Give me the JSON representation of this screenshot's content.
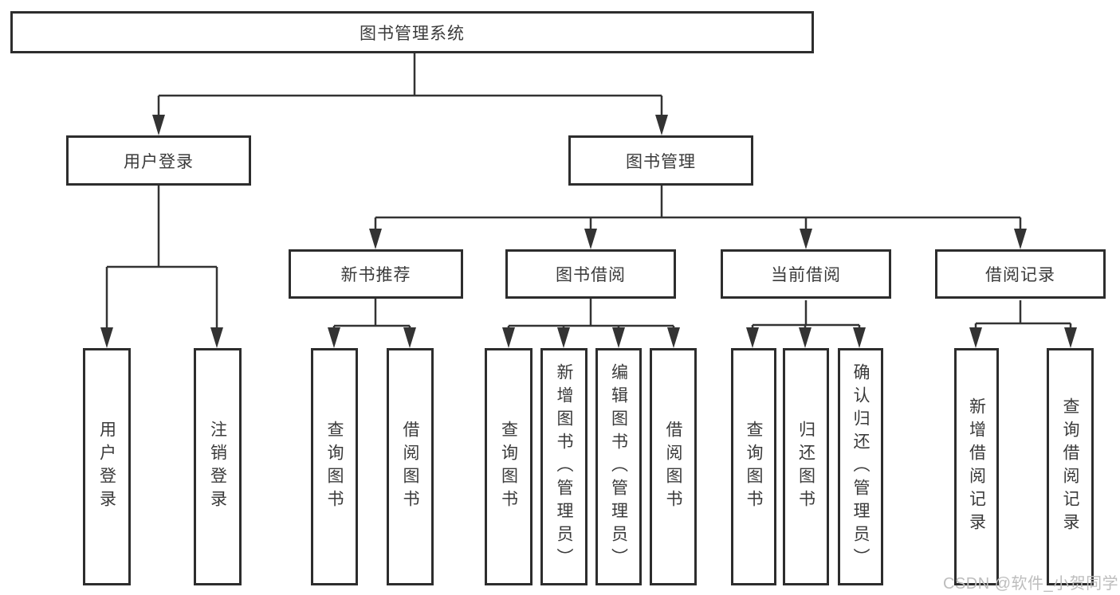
{
  "diagram": {
    "type": "tree",
    "root": {
      "label": "图书管理系统"
    },
    "children": [
      {
        "label": "用户登录",
        "children": [
          {
            "label": "用户登录"
          },
          {
            "label": "注销登录"
          }
        ]
      },
      {
        "label": "图书管理",
        "children": [
          {
            "label": "新书推荐",
            "children": [
              {
                "label": "查询图书"
              },
              {
                "label": "借阅图书"
              }
            ]
          },
          {
            "label": "图书借阅",
            "children": [
              {
                "label": "查询图书"
              },
              {
                "label": "新增图书（管理员）"
              },
              {
                "label": "编辑图书（管理员）"
              },
              {
                "label": "借阅图书"
              }
            ]
          },
          {
            "label": "当前借阅",
            "children": [
              {
                "label": "查询图书"
              },
              {
                "label": "归还图书"
              },
              {
                "label": "确认归还（管理员）"
              }
            ]
          },
          {
            "label": "借阅记录",
            "children": [
              {
                "label": "新增借阅记录"
              },
              {
                "label": "查询借阅记录"
              }
            ]
          }
        ]
      }
    ]
  },
  "colors": {
    "line": "#333333",
    "box_border": "#2d2d2d",
    "box_fill": "#ffffff",
    "text": "#3a3a3a",
    "watermark": "#bdbdbd"
  },
  "watermark": {
    "text": "CSDN @软件_小贺同学"
  }
}
